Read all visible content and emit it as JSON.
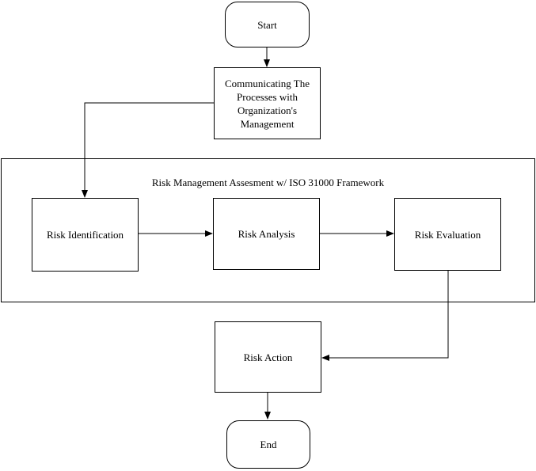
{
  "diagram": {
    "frame_title": "Risk Management Assesment w/ ISO 31000 Framework",
    "nodes": {
      "start": "Start",
      "communicating": {
        "lines": [
          "Communicating The",
          "Processes with",
          "Organization's",
          "Management"
        ]
      },
      "risk_identification": "Risk Identification",
      "risk_analysis": "Risk Analysis",
      "risk_evaluation": "Risk Evaluation",
      "risk_action": "Risk Action",
      "end": "End"
    },
    "edges": [
      {
        "from": "Start",
        "to": "Communicating The Processes with Organization's Management"
      },
      {
        "from": "Communicating The Processes with Organization's Management",
        "to": "Risk Identification"
      },
      {
        "from": "Risk Identification",
        "to": "Risk Analysis"
      },
      {
        "from": "Risk Analysis",
        "to": "Risk Evaluation"
      },
      {
        "from": "Risk Evaluation",
        "to": "Risk Action"
      },
      {
        "from": "Risk Action",
        "to": "End"
      }
    ],
    "colors": {
      "stroke": "#000000",
      "background": "#ffffff"
    }
  }
}
